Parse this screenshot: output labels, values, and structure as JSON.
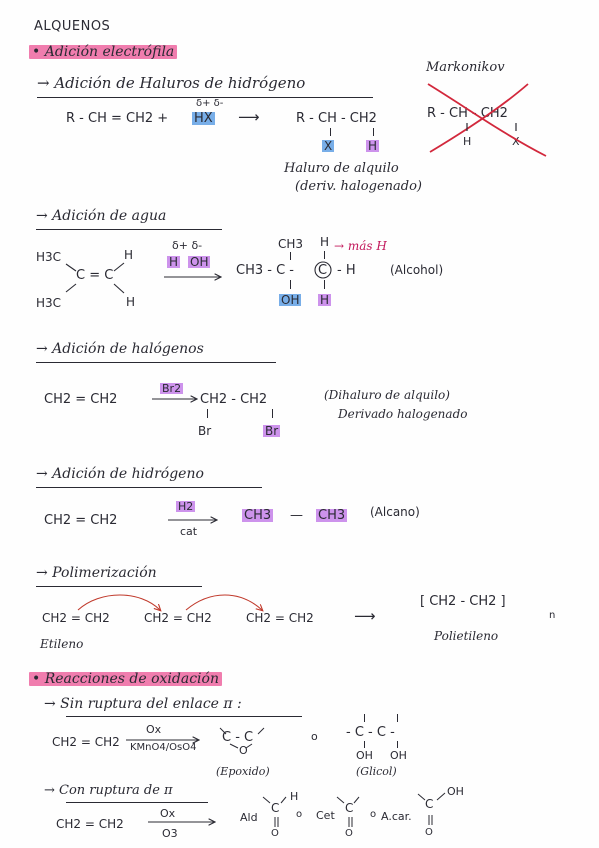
{
  "title": "ALQUENOS",
  "sec_electrofila": "• Adición electrófila",
  "hx": {
    "heading": "→ Adición de Haluros de hidrógeno",
    "reactant": "R - CH = CH2 +",
    "reagent": "HX",
    "charges": "δ+ δ-",
    "arrow": "⟶",
    "product": "R - CH - CH2",
    "prod_x": "X",
    "prod_h": "H",
    "name1": "Haluro de alquilo",
    "name2": "(deriv. halogenado)",
    "mark_label": "Markonikov",
    "mark_formula": "R - CH - CH2",
    "mark_h": "H",
    "mark_x": "X"
  },
  "agua": {
    "heading": "→ Adición de agua",
    "h3c_top": "H3C",
    "h3c_bottom": "H3C",
    "c_c": "C = C",
    "h_top": "H",
    "h_bottom": "H",
    "charges": "δ+ δ-",
    "reagent_h": "H",
    "reagent_oh": "OH",
    "ch3_top": "CH3",
    "h_prod_top": "H",
    "mas_h": "→ más H",
    "prod_main": "CH3 - C -",
    "prod_c": "C",
    "prod_end": "- H",
    "label": "(Alcohol)",
    "oh": "OH",
    "h_bottom_prod": "H"
  },
  "halogenos": {
    "heading": "→ Adición de halógenos",
    "reactant": "CH2 = CH2",
    "reagent": "Br2",
    "product": "CH2  -  CH2",
    "br1": "Br",
    "br2": "Br",
    "name1": "(Dihaluro de alquilo)",
    "name2": "Derivado halogenado"
  },
  "hidrogeno": {
    "heading": "→ Adición de hidrógeno",
    "reactant": "CH2 = CH2",
    "reagent": "H2",
    "cat": "cat",
    "prod1": "CH3",
    "dash": "—",
    "prod2": "CH3",
    "label": "(Alcano)"
  },
  "polimerizacion": {
    "heading": "→ Polimerización",
    "m1": "CH2 = CH2",
    "m2": "CH2 = CH2",
    "m3": "CH2 = CH2",
    "arrow": "⟶",
    "polymer": "[ CH2 - CH2 ]",
    "n": "n",
    "name_monomer": "Etileno",
    "name_polymer": "Polietileno"
  },
  "oxidacion": {
    "heading": "• Reacciones de oxidación",
    "sin": {
      "heading": "→ Sin ruptura del enlace π :",
      "reactant": "CH2 = CH2",
      "ox": "Ox",
      "reagent": "KMnO4/OsO4",
      "epoxido": "C - C",
      "epoxido_o": "O",
      "o_sep": "o",
      "glicol": "- C - C -",
      "oh1": "OH",
      "oh2": "OH",
      "label_epoxido": "(Epoxido)",
      "label_glicol": "(Glicol)"
    },
    "con": {
      "heading": "→ Con ruptura de π",
      "reactant": "CH2 = CH2",
      "ox": "Ox",
      "reagent": "O3",
      "ald": "Ald",
      "c1": "C",
      "h1": "H",
      "o1": "O",
      "sep1": "o",
      "cet": "Cet",
      "c2": "C",
      "o2": "O",
      "sep2": "o",
      "acar": "A.car.",
      "c3": "C",
      "oh3": "OH",
      "o3": "O"
    }
  },
  "colors": {
    "pink": "#f07dae",
    "purple": "#cd93ec",
    "blue": "#78aee8",
    "ink": "#2a2a33"
  }
}
